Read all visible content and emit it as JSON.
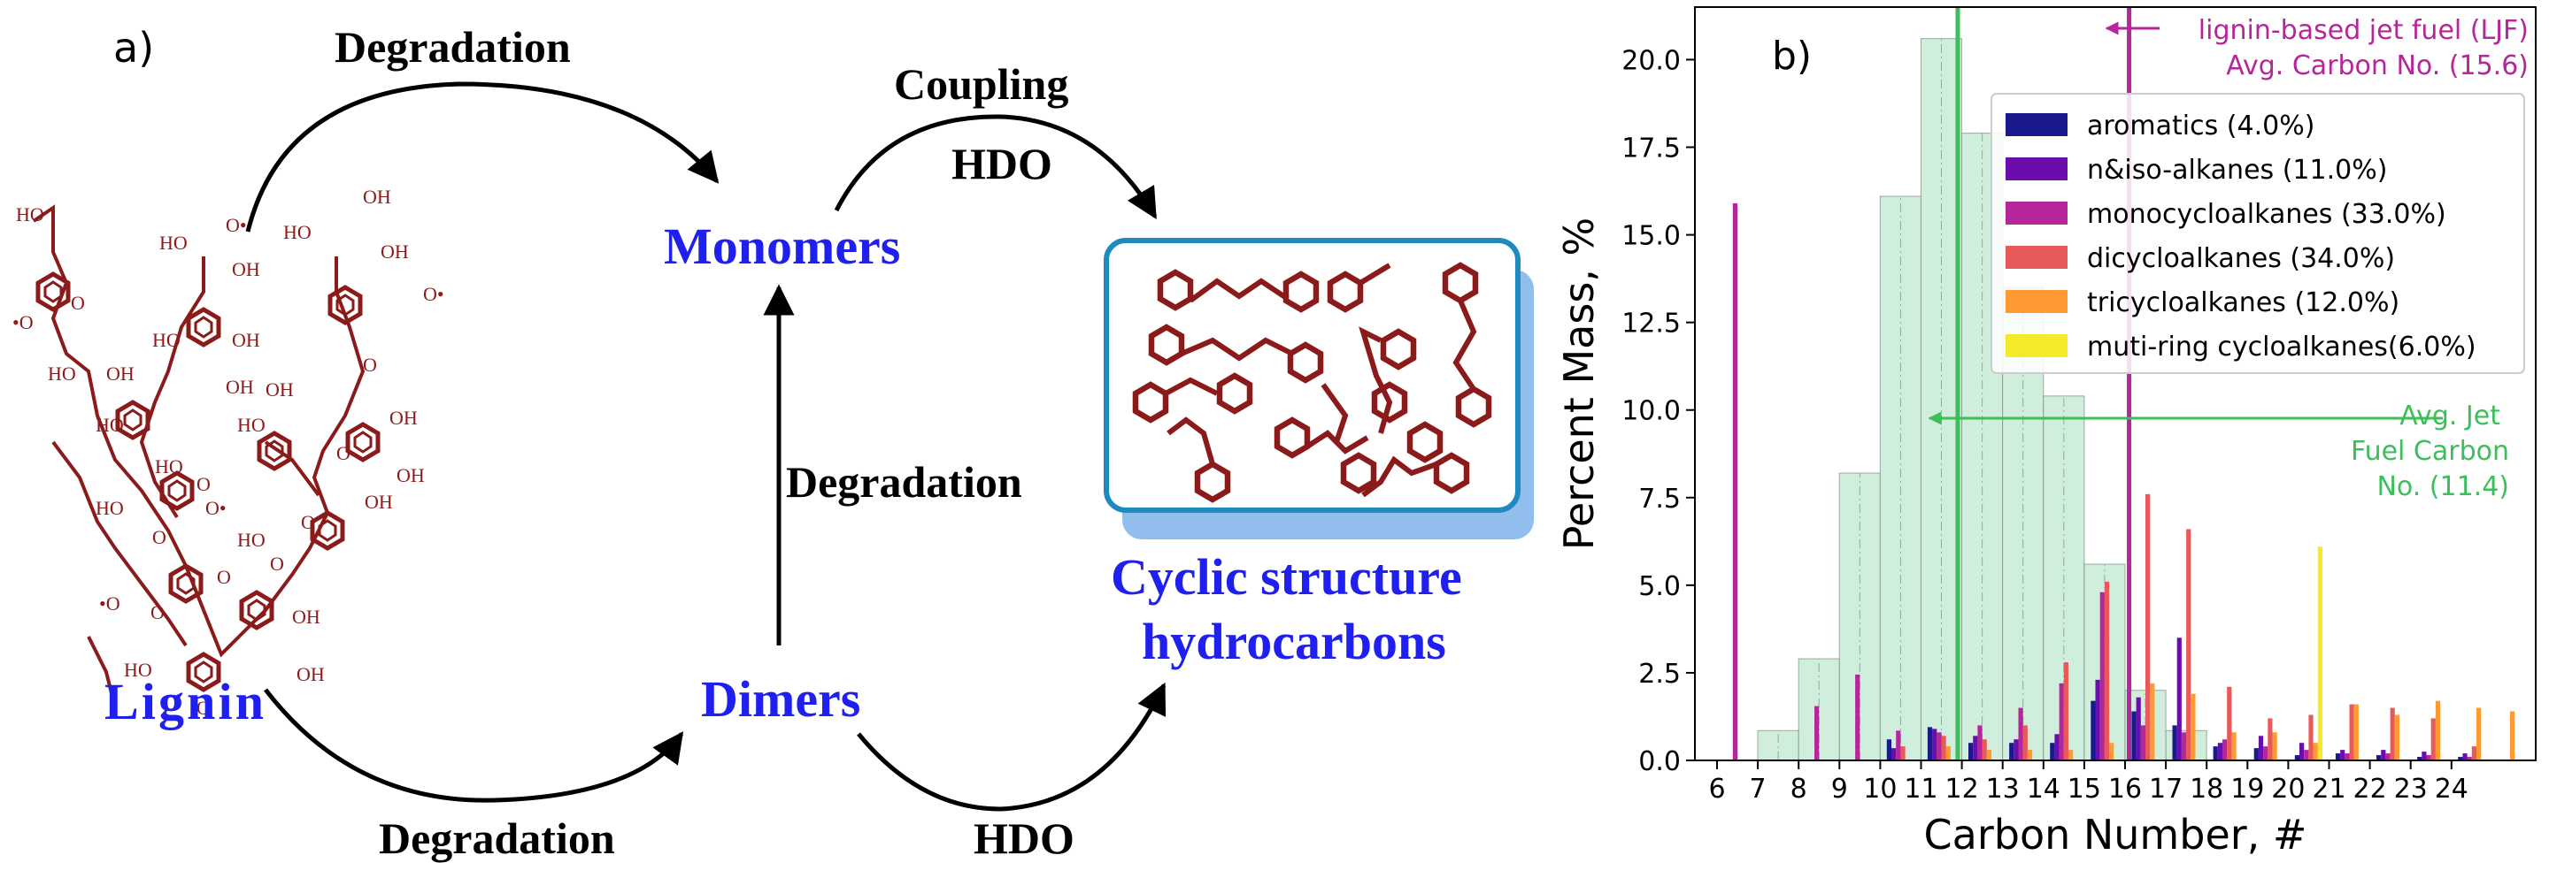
{
  "panel_a": {
    "label": "a)",
    "nodes": {
      "lignin": "Lignin",
      "monomers": "Monomers",
      "dimers": "Dimers",
      "product_line1": "Cyclic structure",
      "product_line2": "hydrocarbons"
    },
    "edges": {
      "top_left": "Degradation",
      "top_right_1": "Coupling",
      "top_right_2": "HDO",
      "middle": "Degradation",
      "bottom_left": "Degradation",
      "bottom_right": "HDO"
    },
    "colors": {
      "lignin": "#8b1a1a",
      "node_text": "#1f1ff0",
      "box_border": "#1e8ac0",
      "box_shadow": "#7fb3ea"
    }
  },
  "panel_b": {
    "label": "b)",
    "ljf_annotation_1": "lignin-based jet fuel (LJF)",
    "ljf_annotation_2": "Avg. Carbon No. (15.6)",
    "jet_annotation_1": "Avg. Jet",
    "jet_annotation_2": "Fuel Carbon",
    "jet_annotation_3": "No. (11.4)"
  },
  "chart_data": {
    "type": "bar",
    "xlabel": "Carbon Number, #",
    "ylabel": "Percent Mass, %",
    "categories": [
      "6",
      "7",
      "8",
      "9",
      "10",
      "11",
      "12",
      "13",
      "14",
      "15",
      "16",
      "17",
      "18",
      "19",
      "20",
      "21",
      "22",
      "23",
      "24"
    ],
    "ylim": [
      0,
      21.5
    ],
    "yticks": [
      "0.0",
      "2.5",
      "5.0",
      "7.5",
      "10.0",
      "12.5",
      "15.0",
      "17.5",
      "20.0"
    ],
    "background_histogram": {
      "color": "#c8ecd6",
      "values": [
        0,
        0.85,
        2.9,
        8.2,
        16.1,
        20.6,
        17.9,
        13.5,
        10.4,
        5.6,
        2.0,
        0.85,
        0,
        0,
        0,
        0,
        0,
        0,
        0
      ]
    },
    "series": [
      {
        "name": "aromatics (4.0%)",
        "color": "#1a1a8c",
        "values": [
          0,
          0,
          0,
          0,
          0.6,
          0.95,
          0.5,
          0.5,
          0.5,
          1.7,
          1.4,
          1.0,
          0.4,
          0.35,
          0.15,
          0.2,
          0.15,
          0.1,
          0.1
        ]
      },
      {
        "name": "n&iso-alkanes (11.0%)",
        "color": "#6a0dad",
        "values": [
          0,
          0,
          0,
          0,
          0.35,
          0.9,
          0.7,
          0.6,
          0.75,
          2.3,
          1.8,
          3.5,
          0.5,
          0.7,
          0.5,
          0.3,
          0.3,
          0.25,
          0.2
        ]
      },
      {
        "name": "monocycloalkanes (33.0%)",
        "color": "#b5269a",
        "values": [
          15.9,
          0,
          1.55,
          2.45,
          0.85,
          0.8,
          1.0,
          1.5,
          2.2,
          4.8,
          1.0,
          0.8,
          0.6,
          0.4,
          0.3,
          0.2,
          0.2,
          0.15,
          0.1
        ]
      },
      {
        "name": "dicycloalkanes (34.0%)",
        "color": "#e8595a",
        "values": [
          0,
          0,
          0,
          0,
          0.4,
          0.7,
          0.6,
          1.0,
          2.8,
          5.1,
          7.6,
          6.6,
          2.1,
          1.2,
          1.3,
          1.6,
          1.5,
          1.2,
          0.4
        ]
      },
      {
        "name": "tricycloalkanes (12.0%)",
        "color": "#ff9a33",
        "values": [
          0,
          0,
          0,
          0,
          0,
          0.4,
          0.3,
          0.3,
          0.3,
          0.5,
          2.2,
          1.9,
          0.8,
          0.8,
          0.5,
          1.6,
          1.3,
          1.7,
          1.5
        ]
      },
      {
        "name": "muti-ring cycloalkanes(6.0%)",
        "color": "#f4ea2a",
        "values": [
          0,
          0,
          0,
          0,
          0,
          0,
          0,
          0,
          0,
          0,
          0,
          0,
          0,
          0,
          6.1,
          0,
          0,
          0,
          0
        ]
      }
    ],
    "extra_bar_right": {
      "series": "tricycloalkanes (12.0%)",
      "value": 1.4
    },
    "avg_lines": [
      {
        "name": "ljf",
        "x": 15.6,
        "color": "#b5269a"
      },
      {
        "name": "jet",
        "x": 11.4,
        "color": "#3cbf5a"
      }
    ],
    "legend_position": "upper-right"
  }
}
